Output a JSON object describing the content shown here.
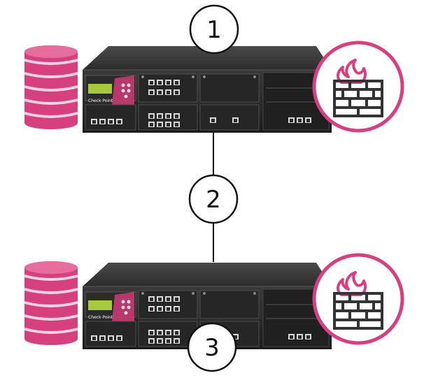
{
  "markers": {
    "step_1": "1",
    "step_2": "2",
    "step_3": "3"
  },
  "appliance": {
    "brand_label": "Check Point"
  },
  "icons": {
    "database": "database-icon",
    "firewall": "firewall-icon"
  },
  "colors": {
    "accent_pink": "#d6407e",
    "database_stripe_light": "#f7d3e1",
    "chassis_dark": "#2e2e2e",
    "lcd_green": "#a9c93c",
    "connector_line": "#111111"
  }
}
